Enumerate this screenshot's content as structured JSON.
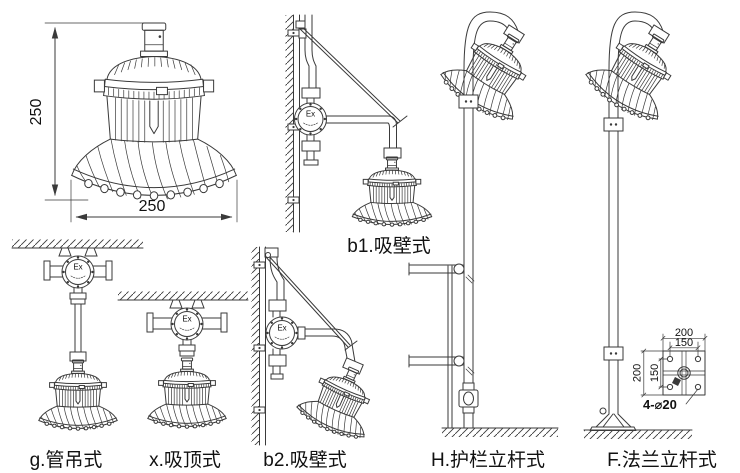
{
  "diagram": {
    "hero": {
      "height_dim": "250",
      "width_dim": "250"
    },
    "labels": {
      "b1": "b1.吸壁式",
      "b2": "b2.吸壁式",
      "g": "g.管吊式",
      "x": "x.吸顶式",
      "H": "H.护栏立杆式",
      "F": "F.法兰立杆式"
    },
    "junction_box_marking": "Ex",
    "flange": {
      "outer_w": "200",
      "holes_w": "150",
      "outer_h": "200",
      "holes_h": "150",
      "bolt_note": "4-⌀20"
    }
  },
  "colors": {
    "line": "#3a3a3a",
    "text": "#111111",
    "background": "#ffffff"
  }
}
